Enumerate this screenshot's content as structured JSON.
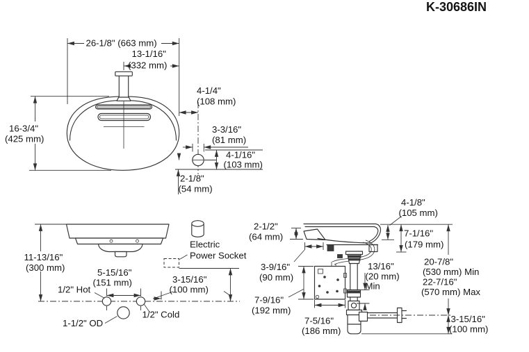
{
  "title": "K-30686IN",
  "front_view": {
    "width": "26-1/8\" (663 mm)",
    "spout_offset_in": "13-1/16\"",
    "spout_offset_mm": "(332 mm)",
    "edge_to_drain_in": "4-1/4\"",
    "edge_to_drain_mm": "(108 mm)",
    "height_in": "16-3/4\"",
    "height_mm": "(425 mm)",
    "drain_dia_in": "3-3/16\"",
    "drain_dia_mm": "(81 mm)",
    "drain_height_in": "4-1/16\"",
    "drain_height_mm": "(103 mm)",
    "drain_bottom_in": "2-1/8\"",
    "drain_bottom_mm": "(54 mm)"
  },
  "mounting_view": {
    "height_in": "11-13/16\"",
    "height_mm": "(300 mm)",
    "supply_spread_in": "5-15/16\"",
    "supply_spread_mm": "(151 mm)",
    "hot_label": "1/2\" Hot",
    "cold_label": "1/2\" Cold",
    "drain_od_label": "1-1/2\" OD",
    "socket_offset_in": "3-15/16\"",
    "socket_offset_mm": "(100 mm)",
    "socket_label_line1": "Electric",
    "socket_label_line2": "Power Socket"
  },
  "side_view": {
    "lip_in": "2-1/2\"",
    "lip_mm": "(64 mm)",
    "rim_in": "4-1/8\"",
    "rim_mm": "(105 mm)",
    "depth_in": "7-1/16\"",
    "depth_mm": "(179 mm)",
    "offset_in": "3-9/16\"",
    "offset_mm": "(90 mm)",
    "engage_in": "13/16\"",
    "engage_mm": "(20 mm)",
    "engage_qual": "Min",
    "height_min_in": "20-7/8\"",
    "height_min_mm": "(530 mm) Min",
    "height_max_in": "22-7/16\"",
    "height_max_mm": "(570 mm) Max",
    "box_height_in": "7-9/16\"",
    "box_height_mm": "(192 mm)",
    "box_width_in": "7-5/16\"",
    "box_width_mm": "(186 mm)",
    "outlet_height_in": "3-15/16\"",
    "outlet_height_mm": "(100 mm)"
  }
}
